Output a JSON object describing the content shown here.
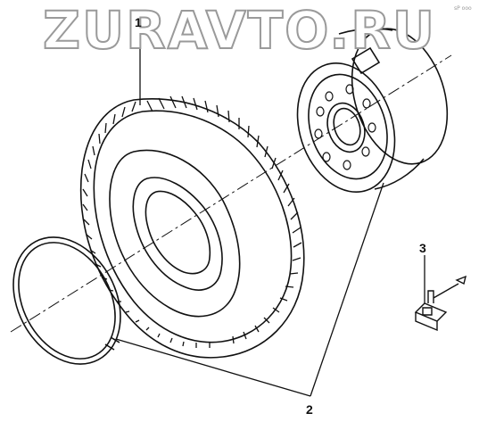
{
  "watermark": "ZURAVTO.RU",
  "corner_mark": "sP ooo",
  "callouts": {
    "tire": "1",
    "rim": "2",
    "clamp": "3"
  },
  "colors": {
    "line": "#111111",
    "watermark_outline": "#9a9a9a",
    "background": "#ffffff"
  }
}
